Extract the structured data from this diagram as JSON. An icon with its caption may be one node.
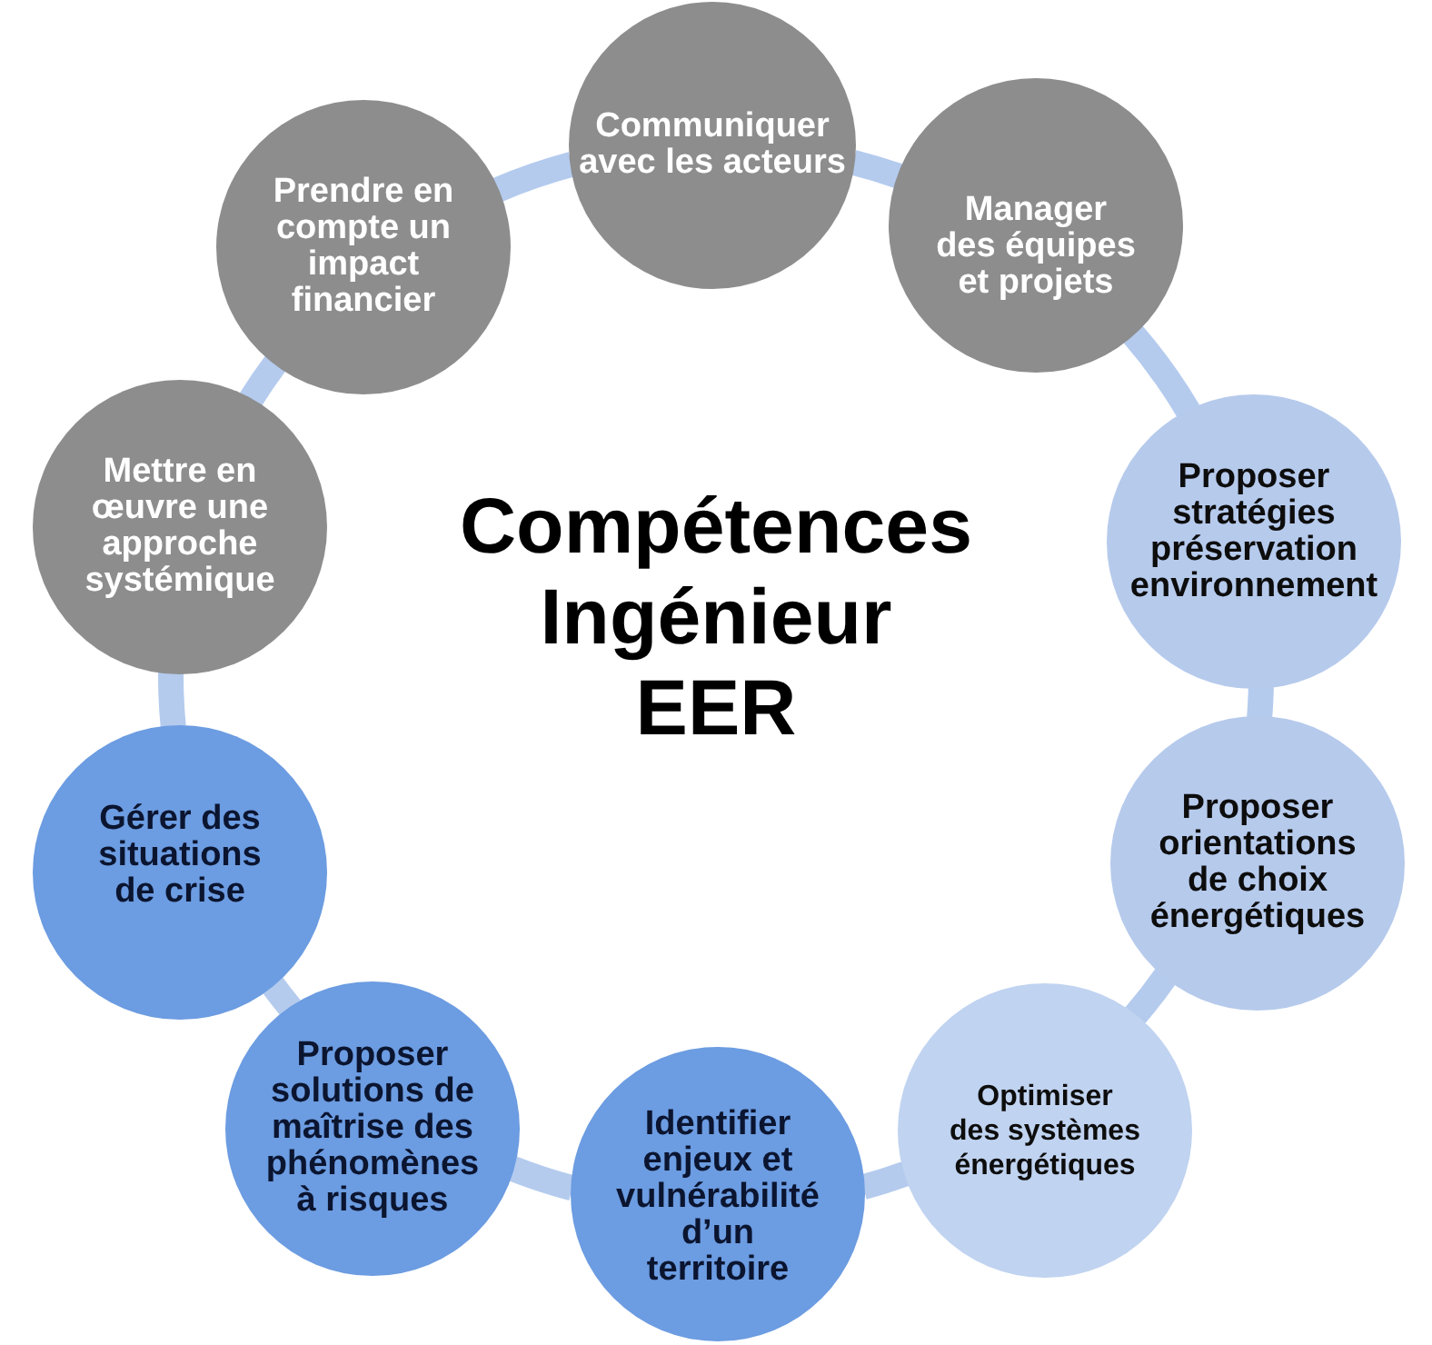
{
  "diagram": {
    "title": "Compétences Ingénieur EER",
    "nodes": [
      {
        "text": [
          "Communiquer avec les acteurs"
        ]
      },
      {
        "text": [
          "Manager des équipes et projets"
        ]
      },
      {
        "text": [
          "Proposer stratégies préservation environnement"
        ]
      },
      {
        "text": [
          "Proposer orientations de choix énergétiques"
        ]
      },
      {
        "text": [
          "Optimiser des systèmes énergétiques"
        ]
      },
      {
        "text": [
          "Identifier enjeux et vulnérabilité d’un territoire"
        ]
      },
      {
        "text": [
          "Proposer solutions de maîtrise des phénomènes à risques"
        ]
      },
      {
        "text": [
          "Gérer des situations de crise"
        ]
      },
      {
        "text": [
          "Mettre en œuvre une approche systémique"
        ]
      },
      {
        "text": [
          "Prendre en compte un impact financier"
        ]
      }
    ],
    "edges": [
      {
        "from": 0,
        "to": 1,
        "arrow": "none"
      },
      {
        "from": 1,
        "to": 2,
        "arrow": "none"
      },
      {
        "from": 2,
        "to": 3,
        "arrow": "none"
      },
      {
        "from": 3,
        "to": 4,
        "arrow": "none"
      },
      {
        "from": 4,
        "to": 5,
        "arrow": "none"
      },
      {
        "from": 5,
        "to": 6,
        "arrow": "none"
      },
      {
        "from": 6,
        "to": 7,
        "arrow": "none"
      },
      {
        "from": 7,
        "to": 8,
        "arrow": "none"
      },
      {
        "from": 8,
        "to": 9,
        "arrow": "none"
      },
      {
        "from": 9,
        "to": 0,
        "arrow": "none"
      }
    ]
  }
}
